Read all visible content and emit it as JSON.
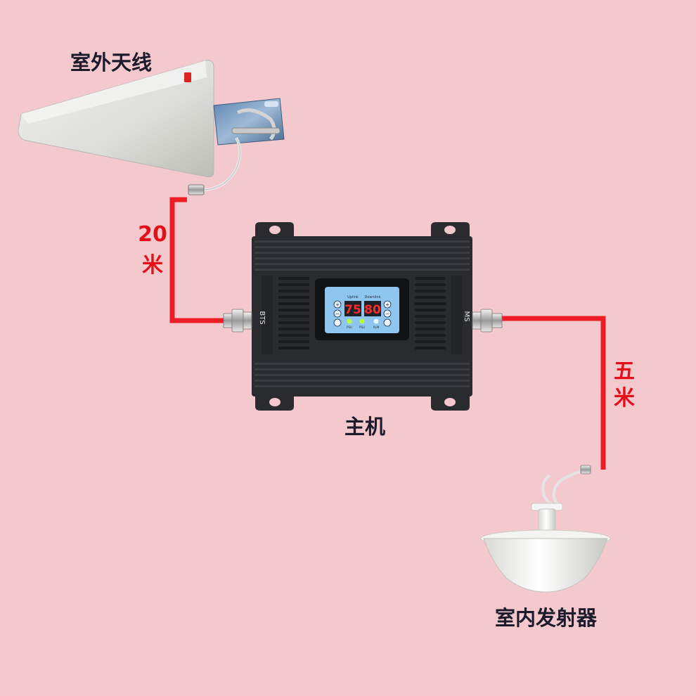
{
  "labels": {
    "outdoor_antenna": "室外天线",
    "host_unit": "主机",
    "indoor_transmitter": "室内发射器",
    "cable_outdoor_length": "20\n米",
    "cable_indoor_length": "五\n米"
  },
  "device": {
    "port_left": "BTS",
    "port_right": "MS",
    "uplink_label": "Uplink",
    "downlink_label": "Downlink",
    "uplink_value": "75",
    "downlink_value": "80",
    "led_1_label": "PSU",
    "led_2_label": "PSU",
    "led_3_label": "ALM"
  },
  "colors": {
    "background": "#f4c9ce",
    "cable": "#ee1c24",
    "device_body": "#2a2b2f",
    "display_bg": "#8ec6ef",
    "digit_color": "#ff2a2a"
  }
}
